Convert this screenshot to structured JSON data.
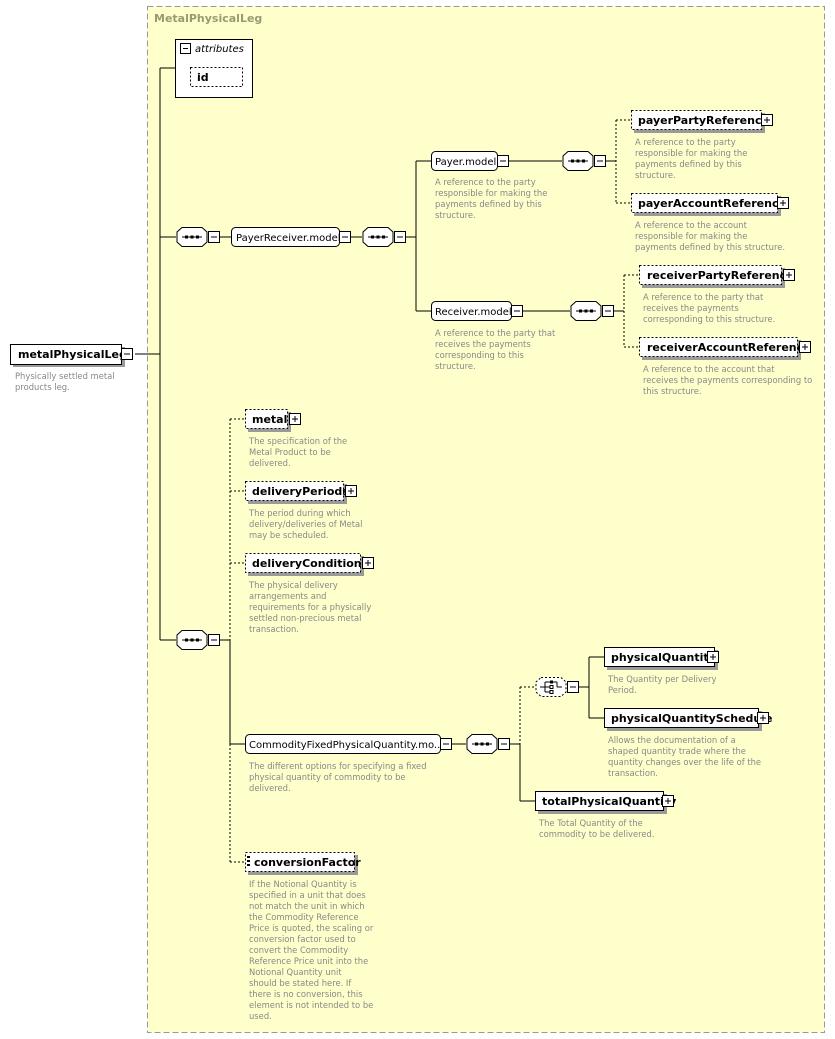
{
  "group_title": "MetalPhysicalLeg",
  "root": {
    "name": "metalPhysicalLeg",
    "doc": [
      "Physically settled metal",
      "products leg."
    ]
  },
  "attributes": {
    "label": "attributes",
    "items": [
      "id"
    ]
  },
  "payer_receiver_model": "PayerReceiver.model",
  "payer_model": {
    "name": "Payer.model",
    "doc": [
      "A reference to the party",
      "responsible for making the",
      "payments defined by this",
      "structure."
    ]
  },
  "receiver_model": {
    "name": "Receiver.model",
    "doc": [
      "A reference to the party that",
      "receives the payments",
      "corresponding to this",
      "structure."
    ]
  },
  "payer_party_reference": {
    "name": "payerPartyReference",
    "doc": [
      "A reference to the party",
      "responsible for making the",
      "payments defined by this",
      "structure."
    ]
  },
  "payer_account_reference": {
    "name": "payerAccountReference",
    "doc": [
      "A reference to the account",
      "responsible for making the",
      "payments defined by this structure."
    ]
  },
  "receiver_party_reference": {
    "name": "receiverPartyReference",
    "doc": [
      "A reference to the party that",
      "receives the payments",
      "corresponding to this structure."
    ]
  },
  "receiver_account_reference": {
    "name": "receiverAccountReference",
    "doc": [
      "A reference to the account that",
      "receives the payments corresponding to",
      "this structure."
    ]
  },
  "metal": {
    "name": "metal",
    "doc": [
      "The specification of the",
      "Metal Product to be",
      "delivered."
    ]
  },
  "delivery_periods": {
    "name": "deliveryPeriods",
    "doc": [
      "The period during which",
      "delivery/deliveries of Metal",
      "may be scheduled."
    ]
  },
  "delivery_conditions": {
    "name": "deliveryConditions",
    "doc": [
      "The physical delivery",
      "arrangements and",
      "requirements for a physically",
      "settled non-precious metal",
      "transaction."
    ]
  },
  "commodity_fixed_model": {
    "name": "CommodityFixedPhysicalQuantity.mo...",
    "doc": [
      "The different options for specifying a fixed",
      "physical quantity of commodity to be",
      "delivered."
    ]
  },
  "physical_quantity": {
    "name": "physicalQuantity",
    "doc": [
      "The Quantity per Delivery",
      "Period."
    ]
  },
  "physical_quantity_schedule": {
    "name": "physicalQuantitySchedule",
    "doc": [
      "Allows the documentation of a",
      "shaped quantity trade where the",
      "quantity changes over the life of the",
      "transaction."
    ]
  },
  "total_physical_quantity": {
    "name": "totalPhysicalQuantity",
    "doc": [
      "The Total Quantity of the",
      "commodity to be delivered."
    ]
  },
  "conversion_factor": {
    "name": "conversionFactor",
    "doc": [
      "If the Notional Quantity is",
      "specified in a unit that does",
      "not match the unit in which",
      "the Commodity Reference",
      "Price is quoted, the scaling or",
      "conversion factor used to",
      "convert the Commodity",
      "Reference Price unit into the",
      "Notional Quantity unit",
      "should be stated here. If",
      "there is no conversion, this",
      "element is not intended to be",
      "used."
    ]
  },
  "colors": {
    "group_fill": "#ffffcc",
    "group_border": "#999999",
    "doc_text": "#888888"
  }
}
